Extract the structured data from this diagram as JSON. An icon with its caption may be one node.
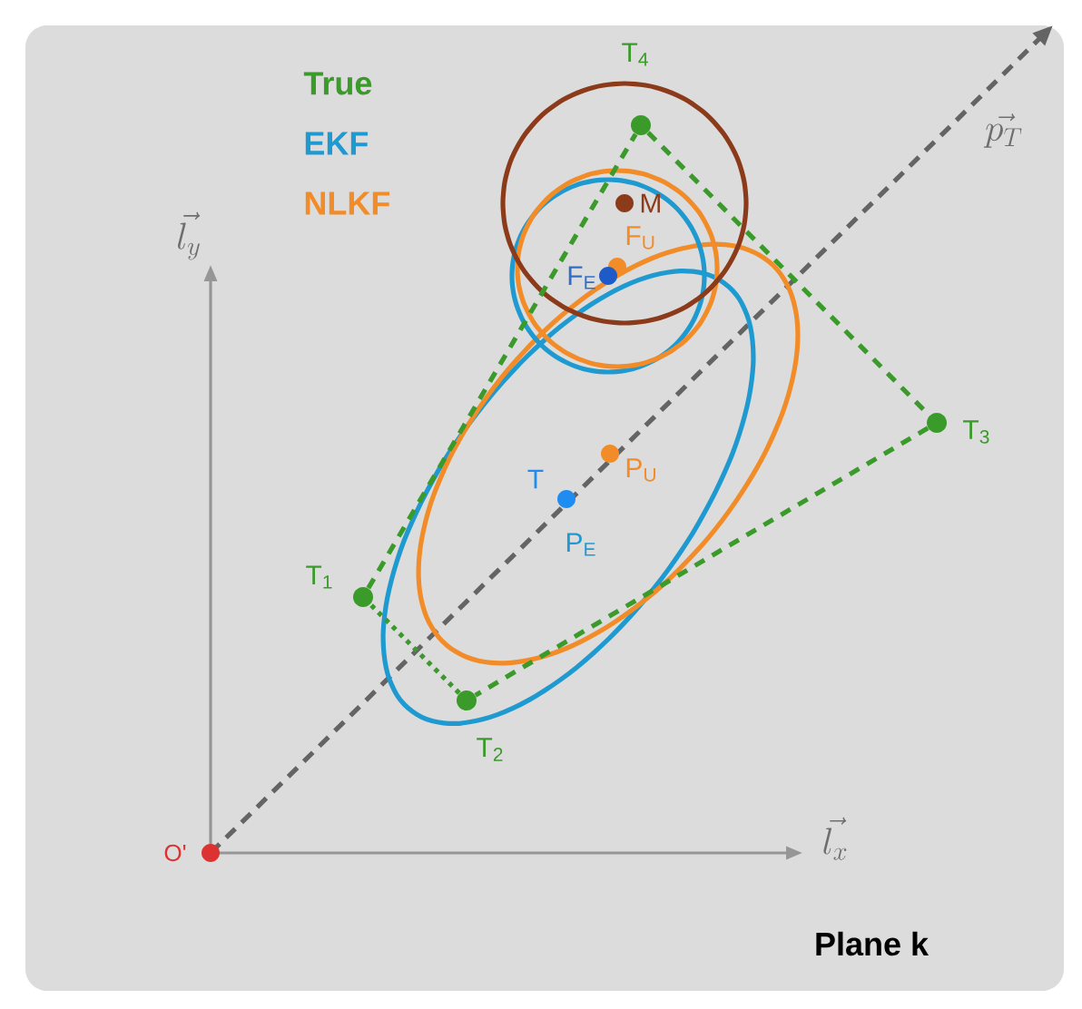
{
  "diagram": {
    "nodes": [
      {
        "text": [],
        "shape": "circle",
        "beside": [
          "T$_{4}$"
        ]
      },
      {
        "text": [],
        "shape": "circle",
        "beside": [
          "T$_{3}$"
        ]
      },
      {
        "text": [],
        "shape": "circle",
        "beside": [
          "T$_{2}$"
        ]
      },
      {
        "text": [],
        "shape": "circle",
        "beside": [
          "T$_{1}$"
        ]
      }
    ],
    "edges": [
      {
        "from": 0,
        "to": 1,
        "arrow": "none",
        "style": "dashed"
      },
      {
        "from": 1,
        "to": 2,
        "arrow": "none",
        "style": "dashed"
      },
      {
        "from": 2,
        "to": 3,
        "arrow": "none"
      },
      {
        "from": 3,
        "to": 0,
        "arrow": "none",
        "style": "dashed"
      }
    ],
    "labels": [
      "\\vec{p_T}",
      "\\vec{l_y}",
      "M",
      "F$_{U}$",
      "F$_{E}$",
      "T",
      "P$_{U}$",
      "P$_{E}$",
      "O'",
      "\\vec{l_x}",
      "Plane k"
    ],
    "legend": [
      {
        "text": "True",
        "color": "#3a9a2a"
      },
      {
        "text": "EKF",
        "color": "#1f9ad0"
      },
      {
        "text": "NLKF",
        "color": "#f28c28"
      }
    ]
  }
}
